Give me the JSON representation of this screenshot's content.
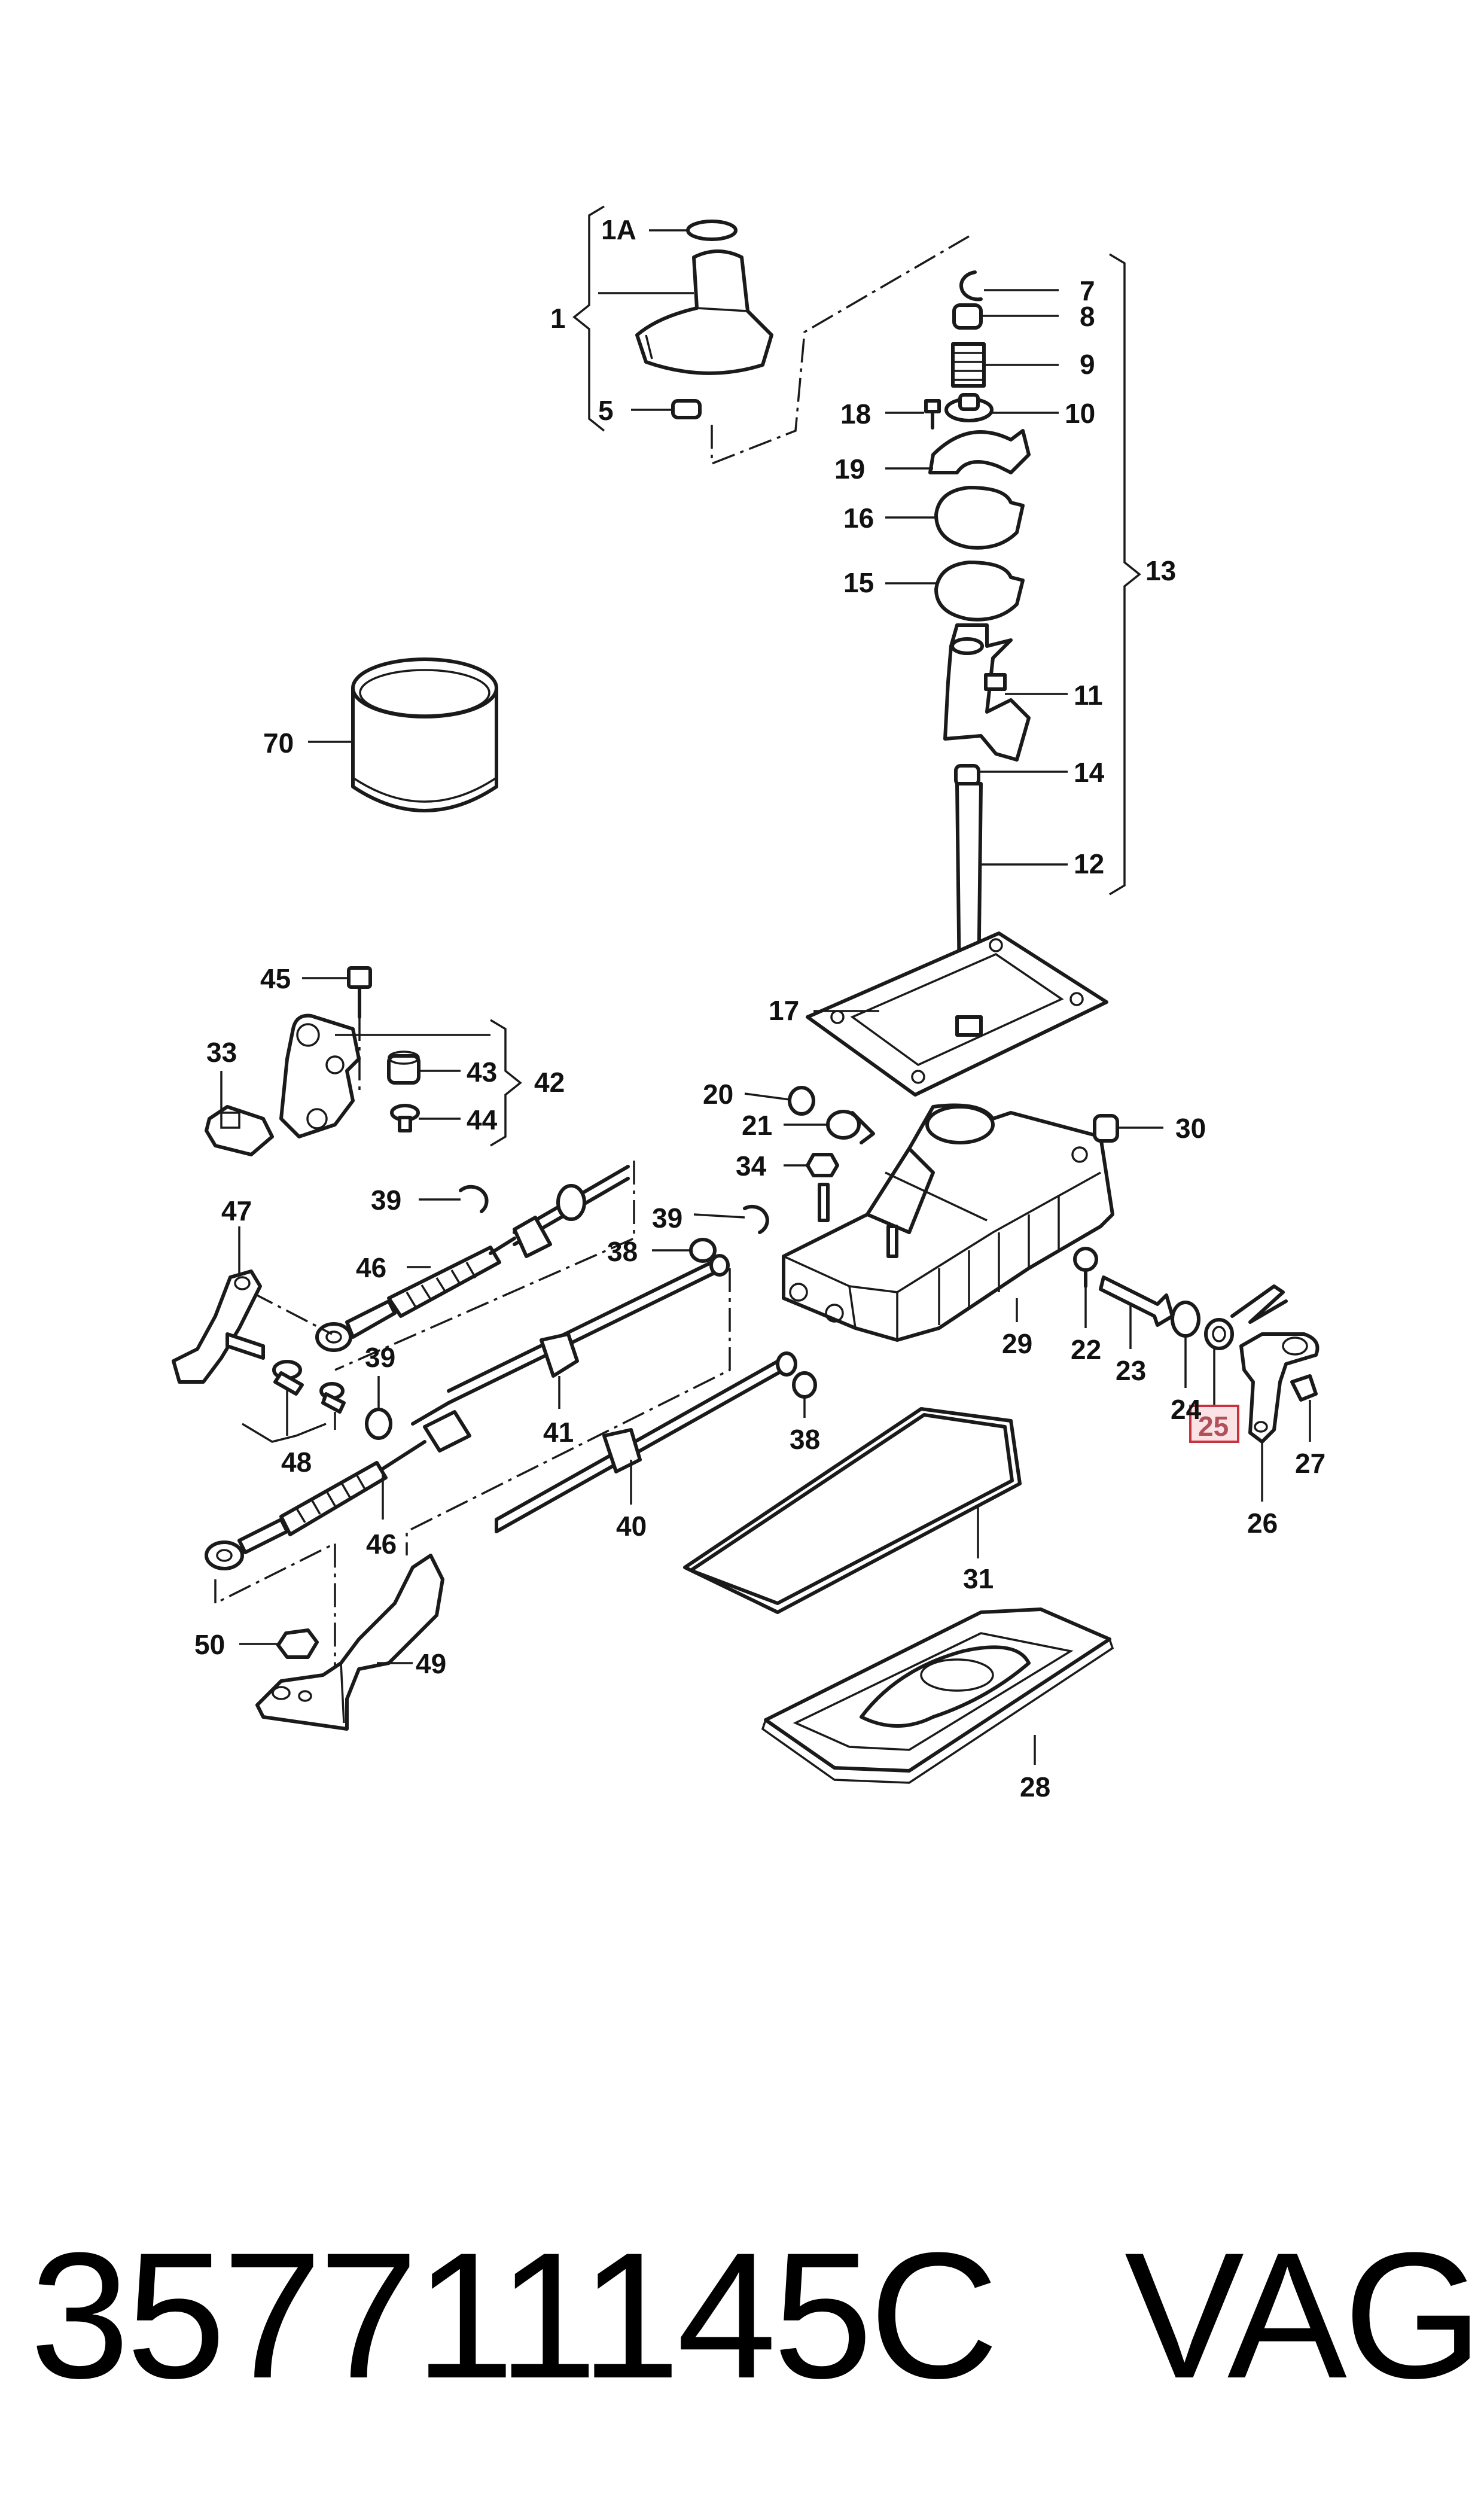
{
  "part_number": "357711145C",
  "brand": "VAG",
  "highlighted_label": "25",
  "labels": {
    "l1A": "1A",
    "l1": "1",
    "l5": "5",
    "l7": "7",
    "l8": "8",
    "l9": "9",
    "l10": "10",
    "l18": "18",
    "l19": "19",
    "l16": "16",
    "l15": "15",
    "l13": "13",
    "l11": "11",
    "l14": "14",
    "l12": "12",
    "l70": "70",
    "l17": "17",
    "l45": "45",
    "l33": "33",
    "l43": "43",
    "l42": "42",
    "l44": "44",
    "l20": "20",
    "l21": "21",
    "l30": "30",
    "l34": "34",
    "l47": "47",
    "l39a": "39",
    "l39b": "39",
    "l39c": "39",
    "l46a": "46",
    "l46b": "46",
    "l38a": "38",
    "l38b": "38",
    "l29": "29",
    "l22": "22",
    "l23": "23",
    "l24": "24",
    "l25": "25",
    "l26": "26",
    "l27": "27",
    "l41": "41",
    "l40": "40",
    "l48": "48",
    "l31": "31",
    "l50": "50",
    "l49": "49",
    "l28": "28"
  }
}
